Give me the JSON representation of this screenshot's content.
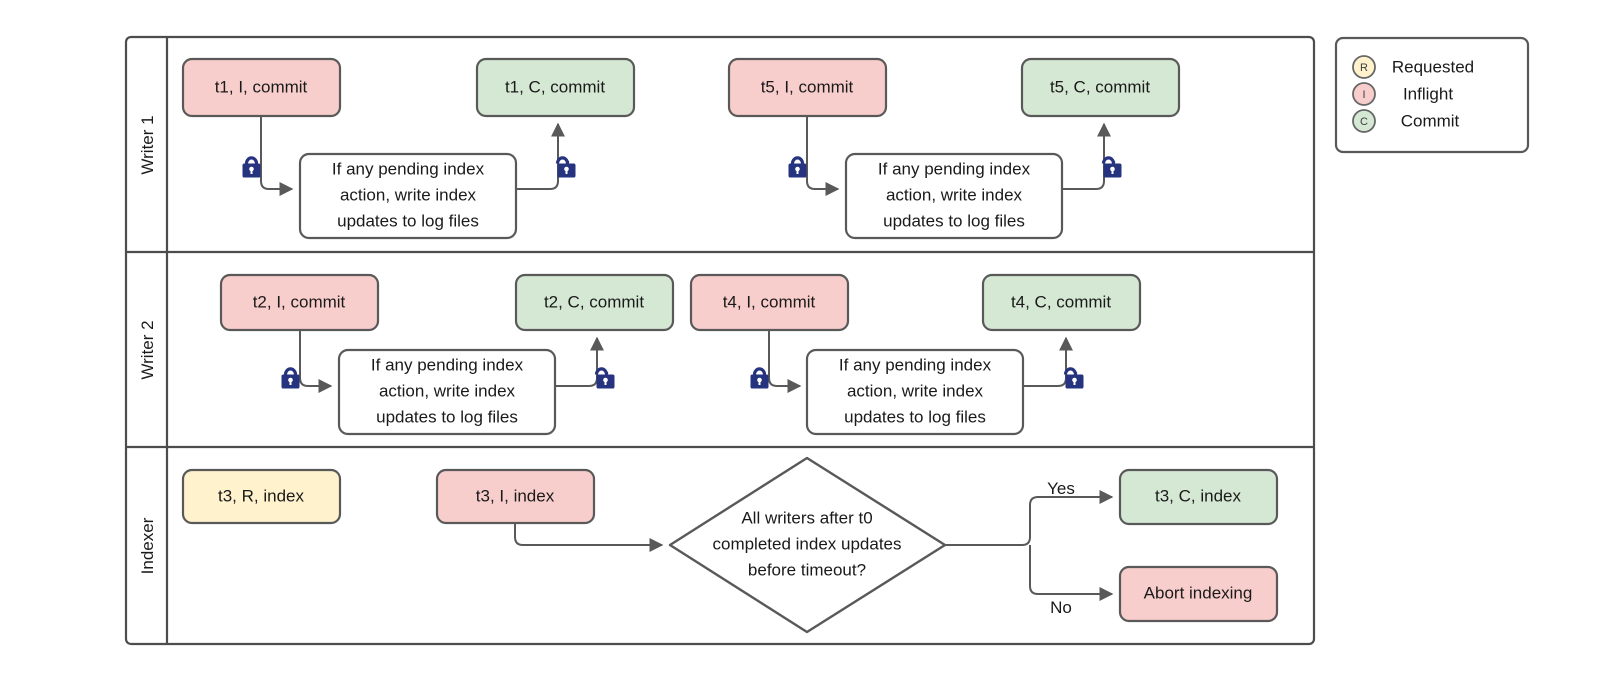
{
  "colors": {
    "pink": "#f8cecc",
    "green": "#d5e8d4",
    "yellow": "#fff2cc",
    "white": "#ffffff",
    "stroke": "#595959",
    "lane_stroke": "#4d4d4d",
    "lock": "#26337f",
    "background": "#ffffff"
  },
  "lanes": [
    {
      "id": "writer1",
      "label": "Writer 1"
    },
    {
      "id": "writer2",
      "label": "Writer 2"
    },
    {
      "id": "indexer",
      "label": "Indexer"
    }
  ],
  "writer1": {
    "nodes": [
      {
        "id": "t1-inflight",
        "label": "t1, I, commit",
        "color": "pink"
      },
      {
        "id": "t1-commit",
        "label": "t1, C, commit",
        "color": "green"
      },
      {
        "id": "t5-inflight",
        "label": "t5, I, commit",
        "color": "pink"
      },
      {
        "id": "t5-commit",
        "label": "t5, C, commit",
        "color": "green"
      }
    ],
    "process_text": [
      "If any pending index",
      "action, write index",
      "updates to log files"
    ],
    "process_text_2": [
      "If any pending index",
      "action, write index",
      "updates to log files"
    ]
  },
  "writer2": {
    "nodes": [
      {
        "id": "t2-inflight",
        "label": "t2, I, commit",
        "color": "pink"
      },
      {
        "id": "t2-commit",
        "label": "t2, C, commit",
        "color": "green"
      },
      {
        "id": "t4-inflight",
        "label": "t4, I, commit",
        "color": "pink"
      },
      {
        "id": "t4-commit",
        "label": "t4, C, commit",
        "color": "green"
      }
    ],
    "process_text": [
      "If any pending index",
      "action, write index",
      "updates to log files"
    ],
    "process_text_2": [
      "If any pending index",
      "action, write index",
      "updates to log files"
    ]
  },
  "indexer": {
    "nodes": [
      {
        "id": "t3-requested",
        "label": "t3, R, index",
        "color": "yellow"
      },
      {
        "id": "t3-inflight",
        "label": "t3, I, index",
        "color": "pink"
      },
      {
        "id": "t3-commit",
        "label": "t3, C, index",
        "color": "green"
      },
      {
        "id": "abort",
        "label": "Abort indexing",
        "color": "pink"
      }
    ],
    "decision_text": [
      "All writers after t0",
      "completed index updates",
      "before timeout?"
    ],
    "branch_yes": "Yes",
    "branch_no": "No"
  },
  "icons": {
    "locked": "lock-closed-icon",
    "unlocked": "lock-open-icon"
  },
  "legend": {
    "items": [
      {
        "glyph": "R",
        "label": "Requested",
        "color": "#fff2cc"
      },
      {
        "glyph": "I",
        "label": "Inflight",
        "color": "#f8cecc"
      },
      {
        "glyph": "C",
        "label": "Commit",
        "color": "#d5e8d4"
      }
    ]
  }
}
